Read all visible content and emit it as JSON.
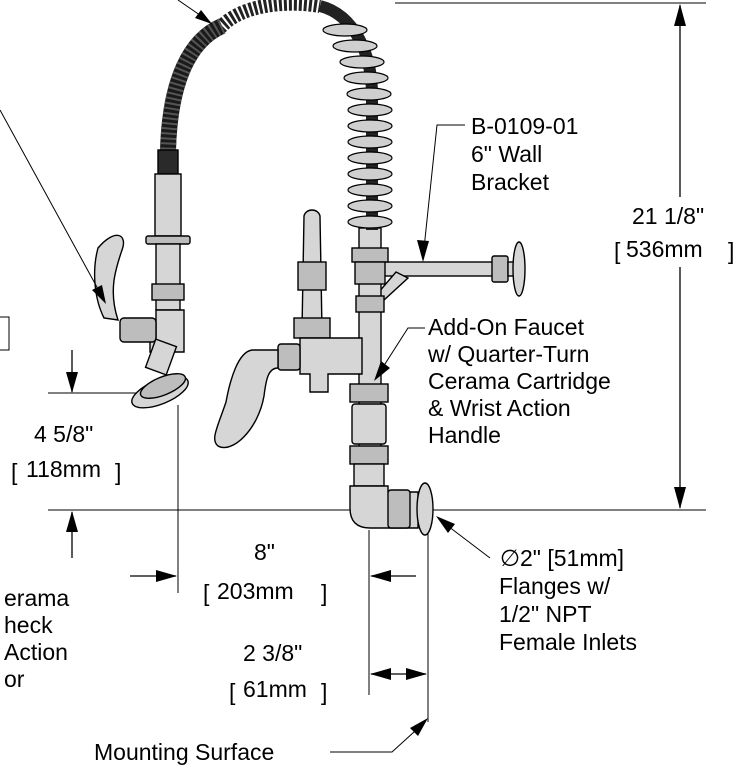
{
  "labels": {
    "wall_bracket": [
      "B-0109-01",
      "6\" Wall",
      "Bracket"
    ],
    "height_dim": [
      "21 1/8\"",
      "536mm"
    ],
    "add_on_faucet": [
      "Add-On Faucet",
      "w/ Quarter-Turn",
      "Cerama Cartridge",
      "& Wrist Action",
      "Handle"
    ],
    "spray_height_dim": [
      "4 5/8\"",
      "118mm"
    ],
    "spread_dim": [
      "8\"",
      "203mm"
    ],
    "offset_dim": [
      "2 3/8\"",
      "61mm"
    ],
    "flanges": [
      "2\" [51mm]",
      "Flanges w/",
      "1/2\" NPT",
      "Female Inlets"
    ],
    "flange_symbol": "∅",
    "valve_partial": [
      "erama",
      "heck",
      "Action",
      "or"
    ],
    "mounting_surface": "Mounting Surface"
  }
}
